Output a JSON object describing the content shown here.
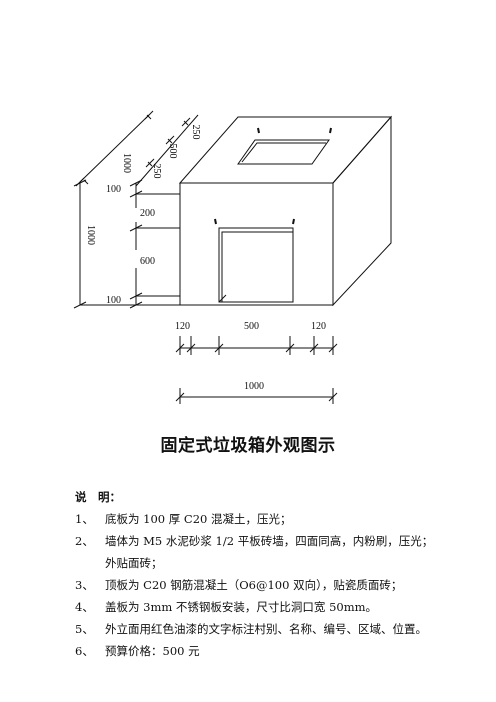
{
  "dimensions": {
    "depth_top": "1000",
    "opening_offset": "250",
    "opening_width": "500",
    "opening_offset_2": "250",
    "height_total": "1000",
    "h_top": "100",
    "h_upper": "200",
    "h_door": "600",
    "h_bottom": "100",
    "w_left": "120",
    "w_door": "500",
    "w_right": "120",
    "width_total": "1000"
  },
  "title": "固定式垃圾箱外观图示",
  "notes": {
    "heading": "说　明：",
    "items": [
      {
        "num": "1、",
        "text": "底板为 100 厚 C20 混凝土，压光；"
      },
      {
        "num": "2、",
        "text": "墙体为 M5 水泥砂浆 1/2 平板砖墙，四面同高，内粉刷，压光；"
      },
      {
        "num": "",
        "text": "外贴面砖；"
      },
      {
        "num": "3、",
        "text": "顶板为 C20 钢筋混凝土（O6@100 双向），贴瓷质面砖；"
      },
      {
        "num": "4、",
        "text": "盖板为 3mm 不锈钢板安装，尺寸比洞口宽 50mm。"
      },
      {
        "num": "5、",
        "text": "外立面用红色油漆的文字标注村别、名称、编号、区域、位置。"
      },
      {
        "num": "6、",
        "text": "预算价格：500 元"
      }
    ]
  }
}
